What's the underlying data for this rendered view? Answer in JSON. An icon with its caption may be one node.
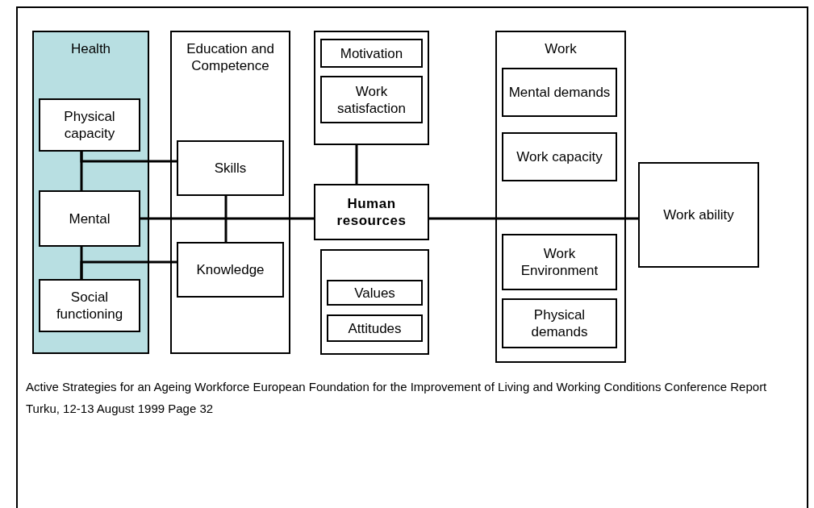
{
  "diagram": {
    "caption": "Active Strategies for an Ageing Workforce European Foundation for the Improvement of Living and Working Conditions Conference Report Turku, 12-13 August 1999 Page 32",
    "nodes": [
      {
        "text": [
          "Health"
        ]
      },
      {
        "text": [
          "Physical capacity"
        ],
        "in": 0
      },
      {
        "text": [
          "Mental"
        ],
        "in": 0
      },
      {
        "text": [
          "Social functioning"
        ],
        "in": 0
      },
      {
        "text": [
          "Education and Competence"
        ]
      },
      {
        "text": [
          "Skills"
        ],
        "in": 4
      },
      {
        "text": [
          "Knowledge"
        ],
        "in": 4
      },
      {
        "text": [],
        "shape": "box"
      },
      {
        "text": [
          "Motivation"
        ],
        "in": 7
      },
      {
        "text": [
          "Work satisfaction"
        ],
        "in": 7
      },
      {
        "text": [
          "Human resources"
        ]
      },
      {
        "text": [],
        "shape": "box"
      },
      {
        "text": [
          "Values"
        ],
        "in": 11
      },
      {
        "text": [
          "Attitudes"
        ],
        "in": 11
      },
      {
        "text": [
          "Work"
        ]
      },
      {
        "text": [
          "Mental demands"
        ],
        "in": 14
      },
      {
        "text": [
          "Work capacity"
        ],
        "in": 14
      },
      {
        "text": [
          "Work Environment"
        ],
        "in": 14
      },
      {
        "text": [
          "Physical demands"
        ],
        "in": 14
      },
      {
        "text": [
          "Work ability"
        ]
      }
    ],
    "edges": [
      {
        "from": 1,
        "to": 2,
        "arrow": "none"
      },
      {
        "from": 5,
        "to": 1,
        "arrow": "none"
      },
      {
        "from": 2,
        "to": 3,
        "arrow": "none"
      },
      {
        "from": 6,
        "to": 3,
        "arrow": "none"
      },
      {
        "from": 5,
        "to": 6,
        "arrow": "none"
      },
      {
        "from": 2,
        "to": 10,
        "arrow": "none"
      },
      {
        "from": 7,
        "to": 10,
        "arrow": "none"
      },
      {
        "from": 10,
        "to": 19,
        "arrow": "none"
      }
    ]
  }
}
